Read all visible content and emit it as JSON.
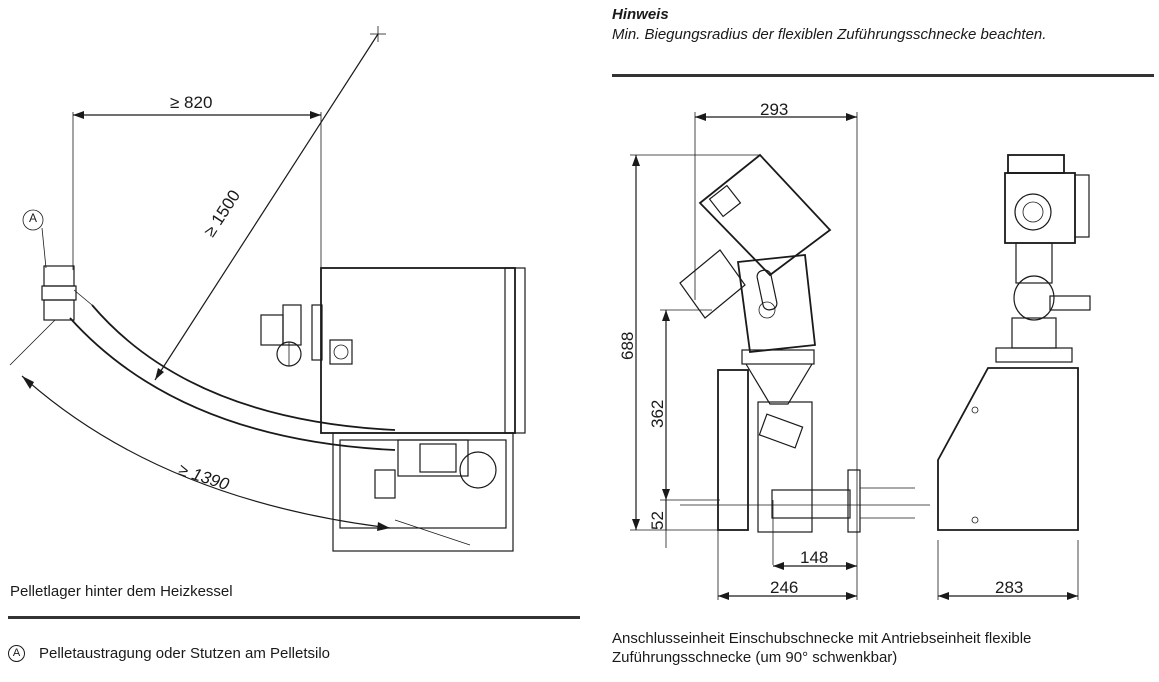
{
  "hinweis": {
    "title": "Hinweis",
    "text": "Min. Biegungsradius der flexiblen Zuführungsschnecke beachten."
  },
  "left_figure": {
    "label_a": "A",
    "dims": {
      "width_820": "≥ 820",
      "diag_1500": "≥ 1500",
      "arc_1390": "≥ 1390"
    },
    "caption": "Pelletlager hinter dem Heizkessel",
    "legend": [
      {
        "marker": "A",
        "text": "Pelletaustragung oder Stutzen am Pelletsilo"
      }
    ]
  },
  "right_figure": {
    "dims": {
      "top_293": "293",
      "height_688": "688",
      "height_362": "362",
      "height_52": "52",
      "width_148": "148",
      "width_246": "246",
      "width_283": "283"
    },
    "caption": "Anschlusseinheit Einschubschnecke mit Antriebseinheit flexible Zuführungsschnecke (um 90° schwenkbar)"
  }
}
